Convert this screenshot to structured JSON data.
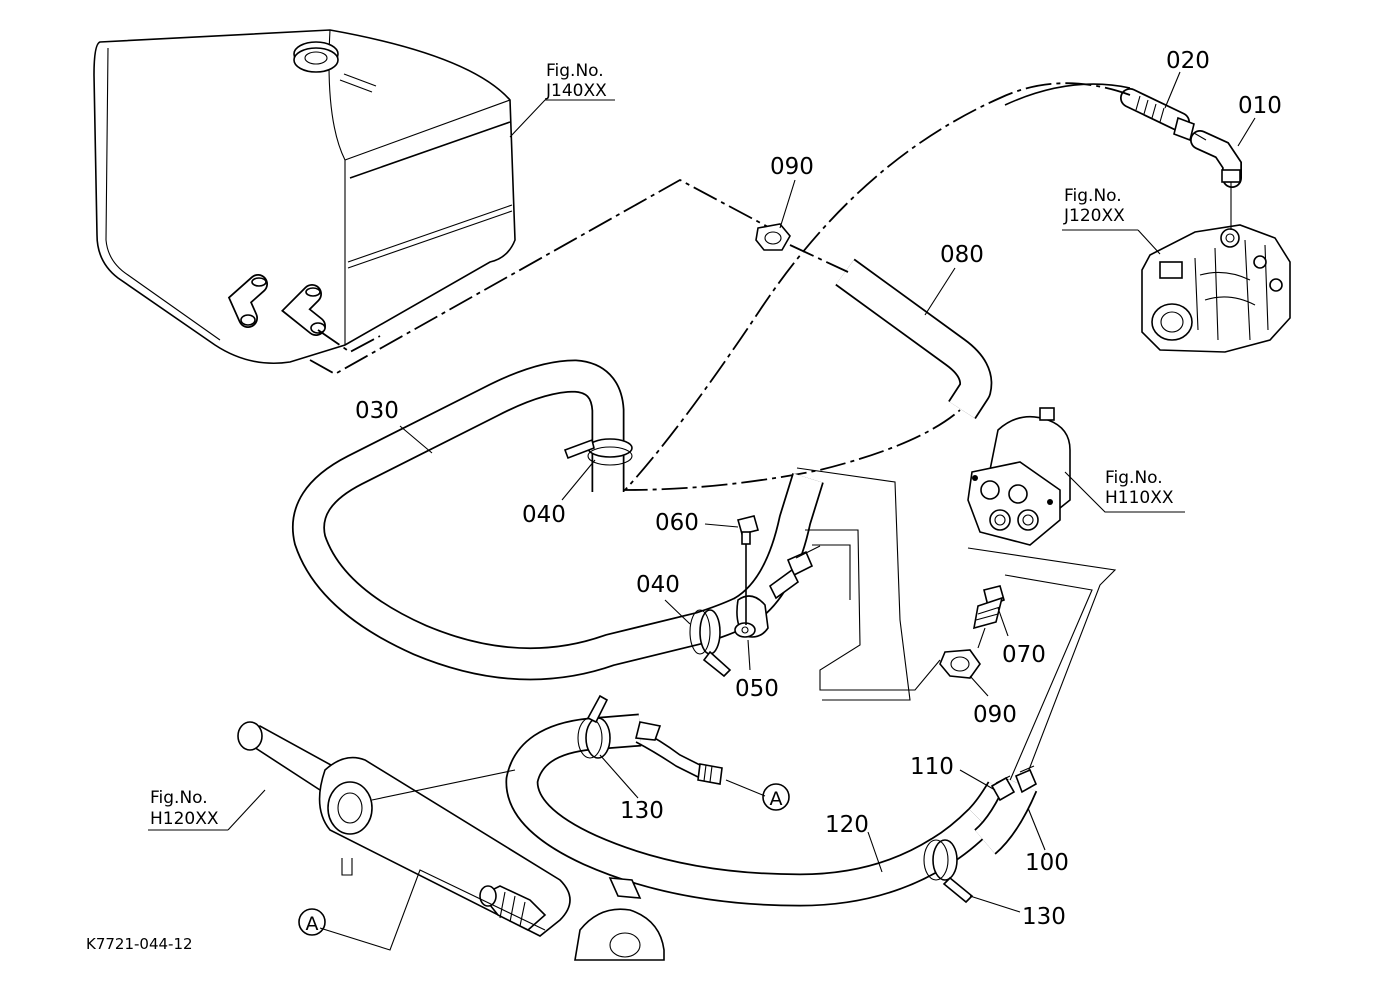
{
  "diagram": {
    "drawing_code": "K7721-044-12",
    "figure_refs": [
      {
        "id": "j140",
        "line1": "Fig.No.",
        "line2": "J140XX"
      },
      {
        "id": "j120",
        "line1": "Fig.No.",
        "line2": "J120XX"
      },
      {
        "id": "h110",
        "line1": "Fig.No.",
        "line2": "H110XX"
      },
      {
        "id": "h120",
        "line1": "Fig.No.",
        "line2": "H120XX"
      }
    ],
    "part_labels": {
      "p010": "010",
      "p020": "020",
      "p030": "030",
      "p040a": "040",
      "p040b": "040",
      "p050": "050",
      "p060": "060",
      "p070": "070",
      "p080": "080",
      "p090a": "090",
      "p090b": "090",
      "p100": "100",
      "p110": "110",
      "p120": "120",
      "p130a": "130",
      "p130b": "130"
    },
    "markers": {
      "a1": "A",
      "a2": "A"
    }
  }
}
